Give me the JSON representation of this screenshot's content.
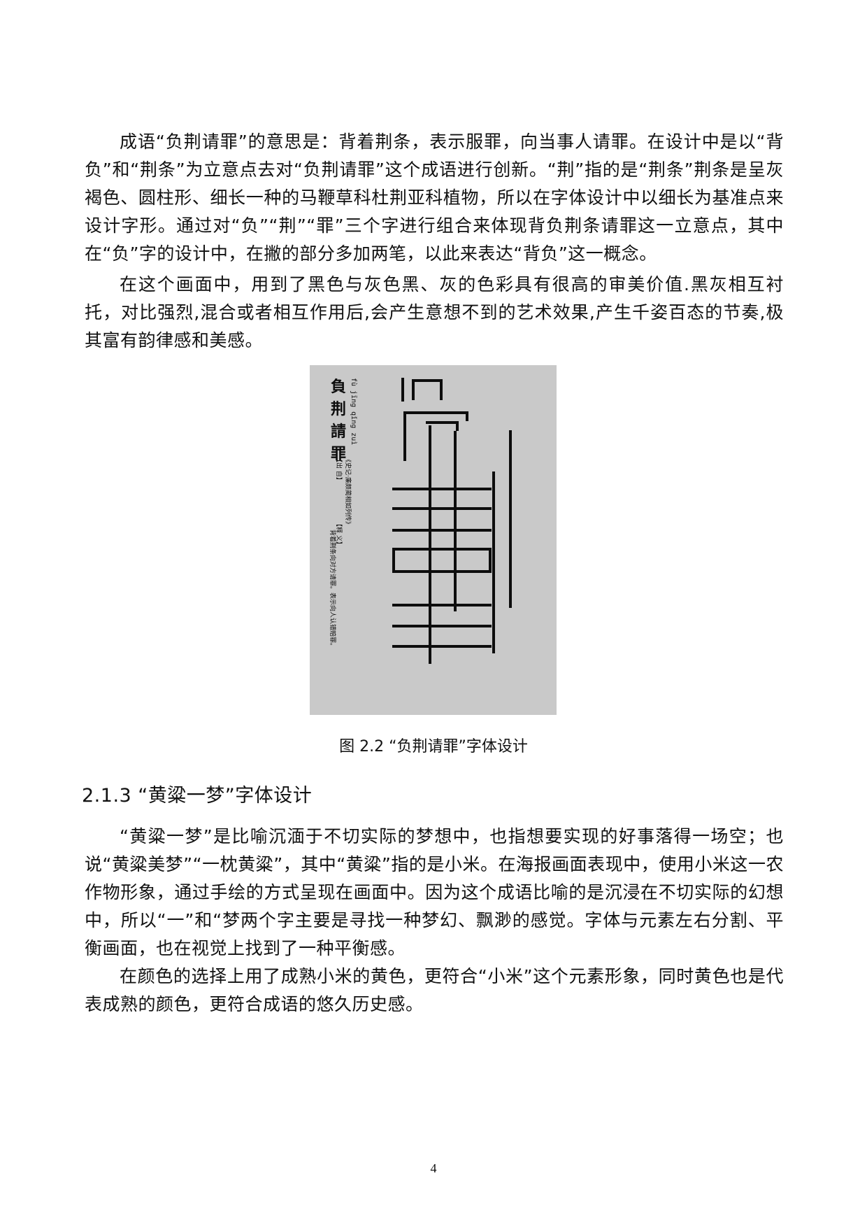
{
  "paragraphs_top": [
    "成语“负荆请罪”的意思是：背着荆条，表示服罪，向当事人请罪。在设计中是以“背负”和“荆条”为立意点去对“负荆请罪”这个成语进行创新。“荆”指的是“荆条”荆条是呈灰褐色、圆柱形、细长一种的马鞭草科杜荆亚科植物，所以在字体设计中以细长为基准点来设计字形。通过对“负”“荆”“罪”三个字进行组合来体现背负荆条请罪这一立意点，其中在“负”字的设计中，在撇的部分多加两笔，以此来表达“背负”这一概念。",
    "在这个画面中，用到了黑色与灰色黑、灰的色彩具有很高的审美价值.黑灰相互衬托，对比强烈,混合或者相互作用后,会产生意想不到的艺术效果,产生千姿百态的节奏,极其富有韵律感和美感。"
  ],
  "figure": {
    "title_chars": [
      "負",
      "荆",
      "請",
      "罪"
    ],
    "pinyin": "fù jīng qǐng zuì",
    "section_tags": [
      "【出 自】",
      "【释 义】"
    ],
    "source_text": "《史记·廉颇蔺相如列传》",
    "meaning_text": "背着荆条向对方请罪。表示向人认错赔罪。",
    "background": "#c9c9c9",
    "ink": "#0d0d0d"
  },
  "caption": "图 2.2  “负荆请罪”字体设计",
  "section_heading": "2.1.3  “黄粱一梦”字体设计",
  "paragraphs_bottom": [
    "“黄粱一梦”是比喻沉湎于不切实际的梦想中，也指想要实现的好事落得一场空；也说“黄粱美梦”“一枕黄粱”，其中“黄粱”指的是小米。在海报画面表现中，使用小米这一农作物形象，通过手绘的方式呈现在画面中。因为这个成语比喻的是沉浸在不切实际的幻想中，所以“一”和“梦两个字主要是寻找一种梦幻、飘渺的感觉。字体与元素左右分割、平衡画面，也在视觉上找到了一种平衡感。",
    "在颜色的选择上用了成熟小米的黄色，更符合“小米”这个元素形象，同时黄色也是代表成熟的颜色，更符合成语的悠久历史感。"
  ],
  "page_number": "4"
}
